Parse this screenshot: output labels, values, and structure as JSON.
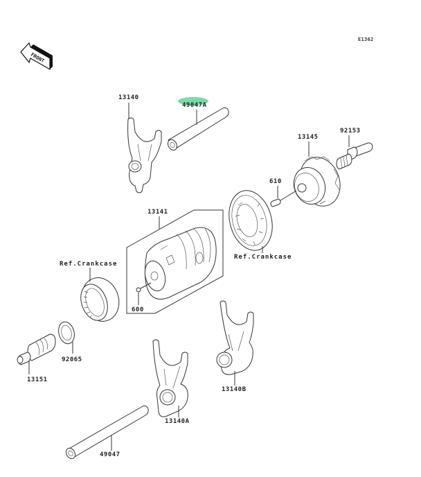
{
  "diagram": {
    "id": "E1362",
    "front_arrow_text": "FRONT",
    "highlight_color": "#5fd39a",
    "highlighted_part": "49047A",
    "parts": [
      {
        "key": "p13140",
        "number": "13140",
        "name": "shift-fork"
      },
      {
        "key": "p49047A",
        "number": "49047A",
        "name": "shift-rod",
        "highlighted": true
      },
      {
        "key": "p13145",
        "number": "13145",
        "name": "shift-drum-cam"
      },
      {
        "key": "p92153",
        "number": "92153",
        "name": "bolt"
      },
      {
        "key": "p610",
        "number": "610",
        "name": "pin"
      },
      {
        "key": "p13141",
        "number": "13141",
        "name": "shift-drum"
      },
      {
        "key": "p600",
        "number": "600",
        "name": "pin"
      },
      {
        "key": "p13151",
        "number": "13151",
        "name": "shift-shaft"
      },
      {
        "key": "p92065",
        "number": "92065",
        "name": "washer"
      },
      {
        "key": "p13140A",
        "number": "13140A",
        "name": "shift-fork"
      },
      {
        "key": "p13140B",
        "number": "13140B",
        "name": "shift-fork"
      },
      {
        "key": "p49047",
        "number": "49047",
        "name": "shift-rod"
      }
    ],
    "labels": {
      "p13140": "13140",
      "p49047A": "49047A",
      "p13145": "13145",
      "p92153": "92153",
      "p610": "610",
      "p13141": "13141",
      "p600": "600",
      "p13151": "13151",
      "p92065": "92065",
      "p13140A": "13140A",
      "p13140B": "13140B",
      "p49047": "49047",
      "ref_crankcase_left": "Ref.Crankcase",
      "ref_crankcase_right": "Ref.Crankcase"
    }
  }
}
